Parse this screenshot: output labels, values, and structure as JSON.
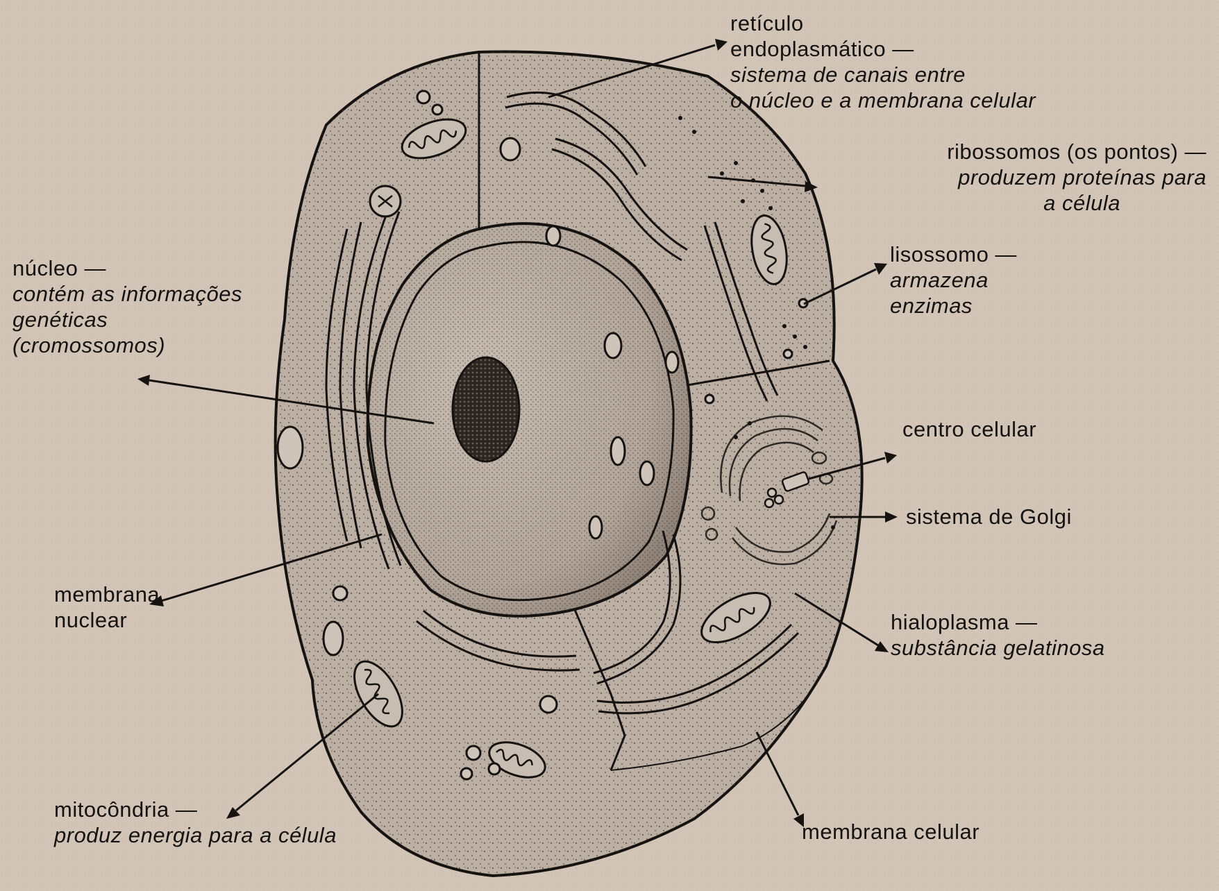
{
  "labels": {
    "reticulo": {
      "title": "retículo",
      "title2": "endoplasmático —",
      "desc1": "sistema de canais entre",
      "desc2": "o núcleo e a membrana celular"
    },
    "ribossomos": {
      "title": "ribossomos (os pontos) —",
      "desc1": "produzem proteínas para",
      "desc2": "a célula"
    },
    "lisossomo": {
      "title": "lisossomo —",
      "desc1": "armazena",
      "desc2": "enzimas"
    },
    "centro": {
      "title": "centro celular"
    },
    "golgi": {
      "title": "sistema de Golgi"
    },
    "hialoplasma": {
      "title": "hialoplasma —",
      "desc1": "substância gelatinosa"
    },
    "membrana_celular": {
      "title": "membrana celular"
    },
    "nucleo": {
      "title": "núcleo —",
      "desc1": "contém as informações",
      "desc2": "genéticas",
      "desc3": "(cromossomos)"
    },
    "membrana_nuclear": {
      "title": "membrana",
      "title2": "nuclear"
    },
    "mitocondria": {
      "title": "mitocôndria —",
      "desc1": "produz energia para a célula"
    }
  },
  "colors": {
    "background": "#d2c5b8",
    "cytoplasm": "#bdb1a6",
    "nucleus": "#b4a89d",
    "outline": "#151210"
  }
}
